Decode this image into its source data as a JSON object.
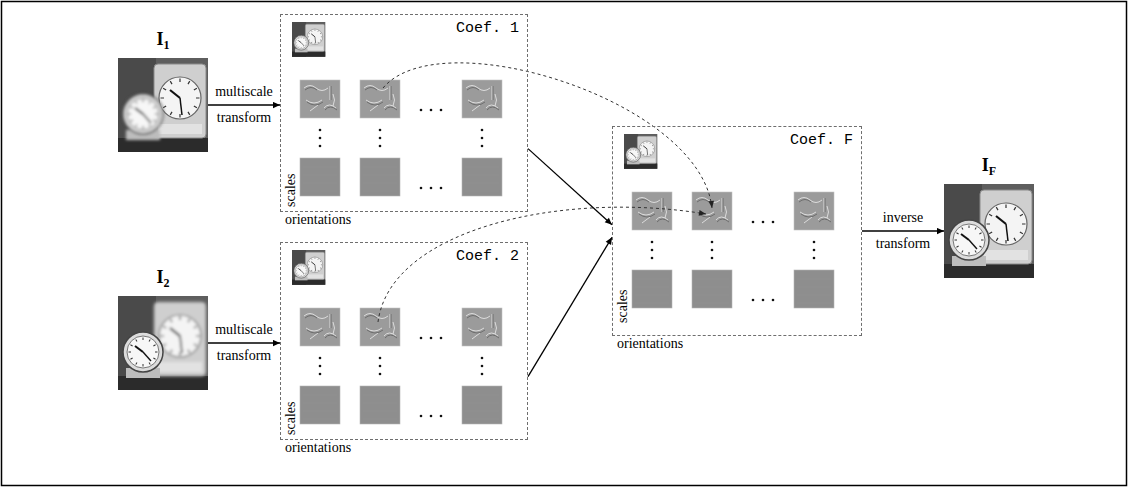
{
  "diagram": {
    "nodes": [
      {
        "text": [
          "I",
          "1"
        ]
      },
      {
        "text": [
          "I",
          "2"
        ]
      },
      {
        "text": [
          "Coef. 1",
          "scales",
          "orientations"
        ]
      },
      {
        "text": [
          "Coef. 2",
          "scales",
          "orientations"
        ]
      },
      {
        "text": [
          "Coef. F",
          "scales",
          "orientations"
        ]
      },
      {
        "text": [
          "I",
          "F"
        ]
      }
    ],
    "edges": [
      {
        "from": 0,
        "to": 2,
        "label": "multiscale transform",
        "arrow": "to"
      },
      {
        "from": 1,
        "to": 3,
        "label": "multiscale transform",
        "arrow": "to"
      },
      {
        "from": 2,
        "to": 4,
        "arrow": "to"
      },
      {
        "from": 3,
        "to": 4,
        "arrow": "to"
      },
      {
        "from": 4,
        "to": 5,
        "label": "inverse transform",
        "arrow": "to"
      }
    ]
  }
}
